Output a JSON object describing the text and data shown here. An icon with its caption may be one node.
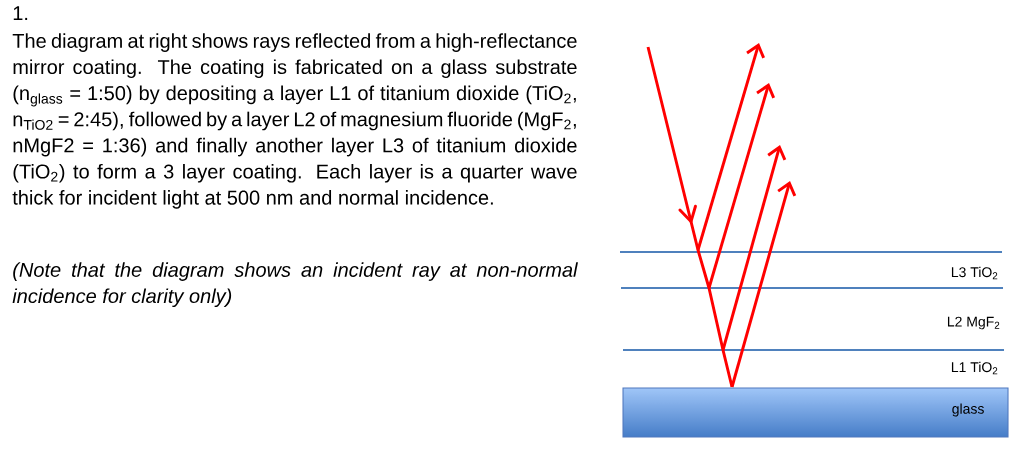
{
  "diagram": {
    "nodes": [
      {
        "text": [
          "glass"
        ]
      }
    ],
    "labels": [
      "1.",
      "The diagram at right shows rays reflected from a high-reflectance mirror coating.  The coating is fabricated on a glass substrate (n$_{glass}$ = 1:50) by depositing a layer L1 of titanium dioxide (TiO$_{2}$, n$_{TiO2}$ = 2:45), followed by a layer L2 of magnesium fluoride (MgF$_{2}$, nMgF2 = 1:36) and finally another layer L3 of titanium dioxide (TiO$_{2}$) to form a 3 layer coating. Each layer is a quarter wave thick for incident light at 500 nm and normal incidence.",
      "(Note that the diagram shows an incident ray at non-normal incidence for clarity only)",
      "L3 TiO$_{2}$",
      "L2 MgF$_{2}$",
      "L1 TiO$_{2}$"
    ]
  }
}
